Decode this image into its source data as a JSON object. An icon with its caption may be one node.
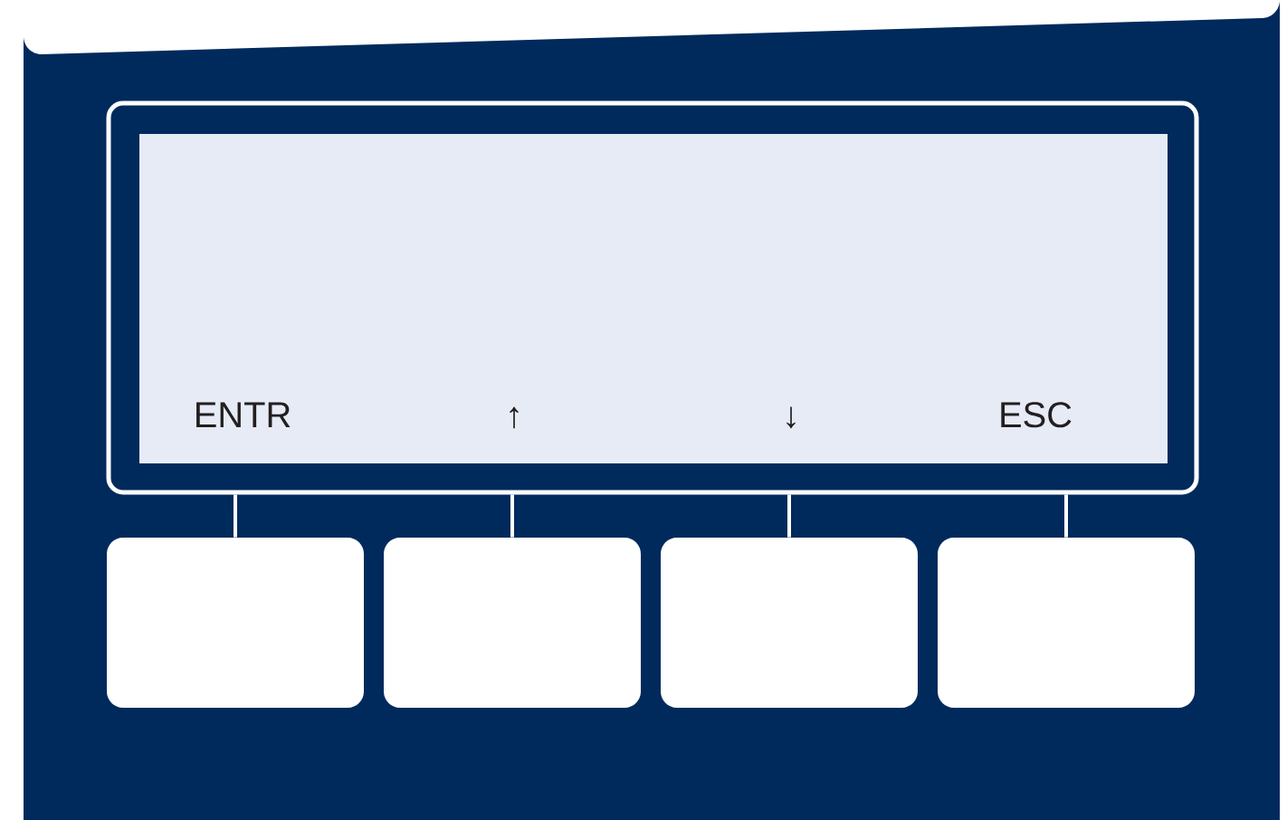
{
  "diagram": {
    "nodes": [
      {
        "text": [
          "ENTR",
          "↑",
          "↓",
          "ESC"
        ]
      },
      {
        "text": [],
        "shape": "box"
      },
      {
        "text": [],
        "shape": "box"
      },
      {
        "text": [],
        "shape": "box"
      },
      {
        "text": [],
        "shape": "box"
      }
    ],
    "edges": [
      {
        "from": 0,
        "to": 1,
        "arrow": "none"
      },
      {
        "from": 0,
        "to": 2,
        "arrow": "none"
      },
      {
        "from": 0,
        "to": 3,
        "arrow": "none"
      },
      {
        "from": 0,
        "to": 4,
        "arrow": "none"
      }
    ]
  }
}
